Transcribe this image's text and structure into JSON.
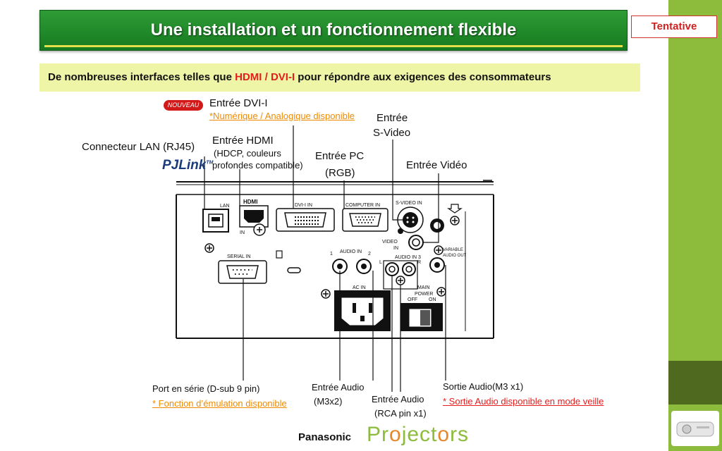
{
  "header": {
    "title": "Une installation et un fonctionnement flexible",
    "badge": "Tentative"
  },
  "subtitle": {
    "prefix": "De nombreuses interfaces telles que ",
    "highlight": "HDMI / DVI-I",
    "suffix": " pour répondre aux exigences des consommateurs"
  },
  "callouts": {
    "nouveau": "NOUVEAU",
    "dvi_title": "Entrée DVI-I",
    "dvi_note": "*Numérique / Analogique disponible",
    "svideo_line1": "Entrée",
    "svideo_line2": "S-Video",
    "lan": "Connecteur LAN (RJ45)",
    "pjlink": "PJLink",
    "pjlink_tm": "TM",
    "hdmi_title": "Entrée HDMI",
    "hdmi_note1": "(HDCP, couleurs",
    "hdmi_note2": "profondes compatible)",
    "pc_line1": "Entrée PC",
    "pc_line2": "(RGB)",
    "video": "Entrée Vidéo",
    "serial_title": "Port en série (D-sub 9 pin)",
    "serial_note": "* Fonction d’émulation disponible",
    "audio_in_line1": "Entrée Audio",
    "audio_in_line2": "(M3x2)",
    "audio_rca_line1": "Entrée Audio",
    "audio_rca_line2": "(RCA pin x1)",
    "audio_out_title": "Sortie Audio(M3 x1)",
    "audio_out_note": "* Sortie Audio disponible en mode veille"
  },
  "panel_labels": {
    "lan": "LAN",
    "hdmi": "HDMI",
    "hdmi_in": "IN",
    "dvi": "DVI-I IN",
    "computer": "COMPUTER IN",
    "svideo": "S-VIDEO IN",
    "video": "VIDEO",
    "video_in": "IN",
    "serial": "SERIAL IN",
    "audio_in_1": "1",
    "audio_in": "AUDIO IN",
    "audio_in_2": "2",
    "audio_in_3": "AUDIO IN 3",
    "left": "L",
    "right": "R",
    "variable": "VARIABLE",
    "audio_out": "AUDIO OUT",
    "ac_in": "AC IN",
    "main": "MAIN",
    "power": "POWER",
    "off": "OFF",
    "on": "ON"
  },
  "footer": {
    "brand": "Panasonic",
    "product_a": "Pr",
    "product_b": "o",
    "product_c": "ject",
    "product_d": "o",
    "product_e": "rs"
  },
  "colors": {
    "title_green": "#1e8a28",
    "sidebar_green": "#8dbb3b",
    "highlight_red": "#e41e1e",
    "note_orange": "#f08a00",
    "subtitle_bg": "#eef5a6"
  }
}
